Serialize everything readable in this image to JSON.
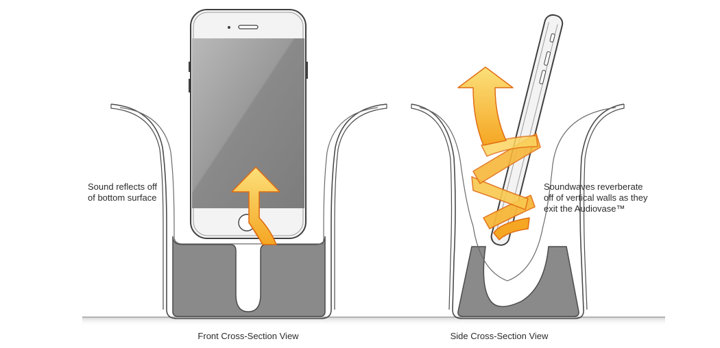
{
  "callouts": {
    "left": [
      "Sound reflects off",
      "of bottom surface"
    ],
    "right": [
      "Soundwaves reverberate",
      "off of vertical walls as they",
      "exit the Audiovase™"
    ]
  },
  "captions": {
    "front": "Front Cross-Section View",
    "side": "Side Cross-Section View"
  },
  "colors": {
    "vase_outline": "#4a4a4a",
    "vase_base_fill": "#8a8a8a",
    "phone_screen": "#8b8b8b",
    "phone_body": "#f3f3f3",
    "arrow_fill": "#f7c545",
    "arrow_edge": "#e06c12",
    "ground": "#b8b8b8"
  }
}
